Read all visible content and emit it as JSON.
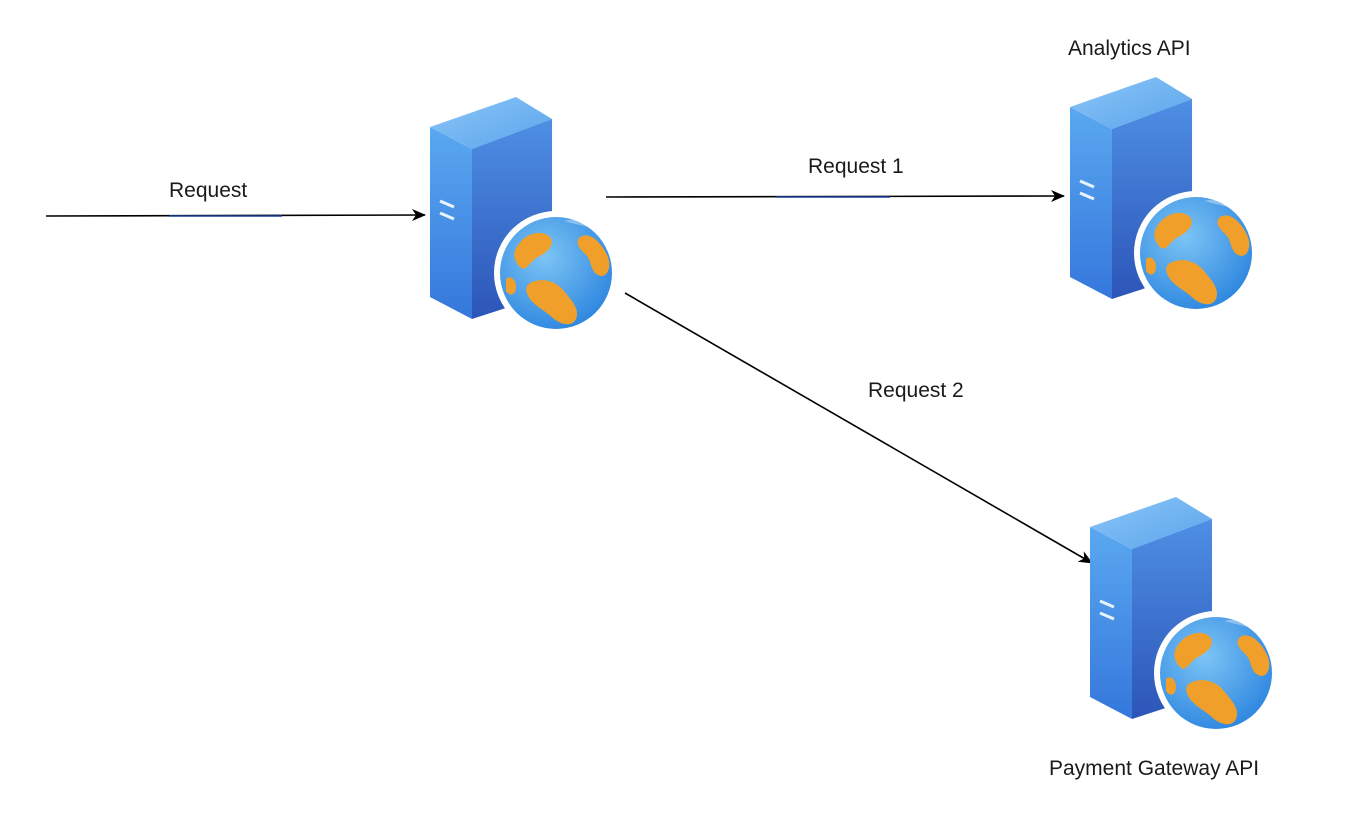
{
  "nodes": {
    "gateway": {
      "icon": "web-server-icon"
    },
    "analytics": {
      "label": "Analytics API",
      "icon": "web-server-icon"
    },
    "payment": {
      "label": "Payment Gateway API",
      "icon": "web-server-icon"
    }
  },
  "edges": [
    {
      "id": "incoming",
      "label": "Request",
      "from": "client",
      "to": "gateway"
    },
    {
      "id": "to-analytics",
      "label": "Request 1",
      "from": "gateway",
      "to": "analytics"
    },
    {
      "id": "to-payment",
      "label": "Request 2",
      "from": "gateway",
      "to": "payment"
    }
  ],
  "colors": {
    "server_top": "#6ab0f0",
    "server_front": "#3b7fd9",
    "server_side": "#2e63c2",
    "globe_ocean": "#3a9ae8",
    "globe_land": "#f0a02a",
    "arrow": "#000000",
    "edge_label_accent": "#1c3f9e"
  }
}
